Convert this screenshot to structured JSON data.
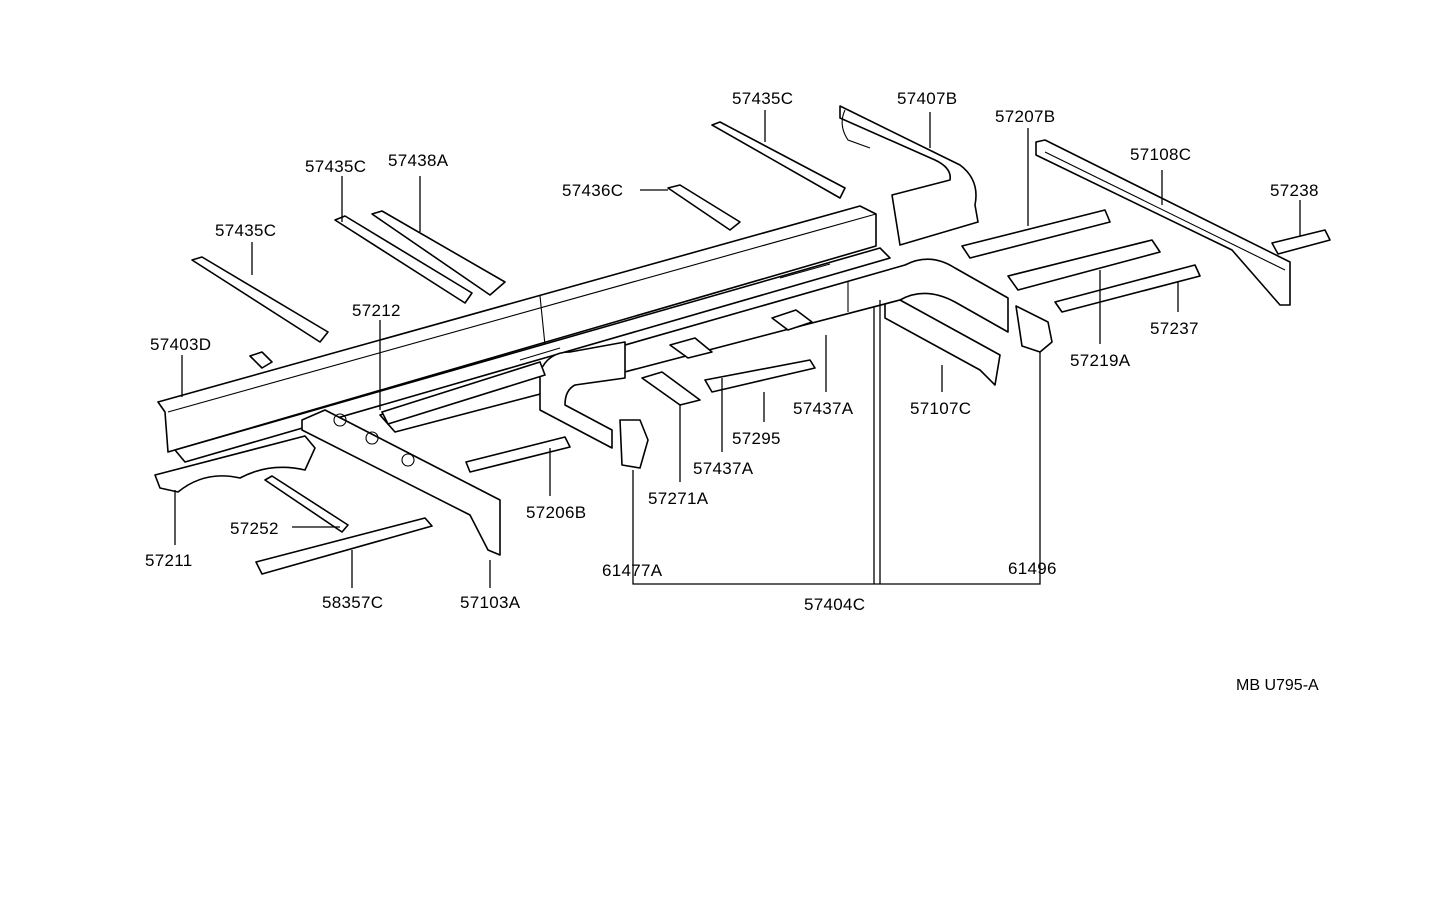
{
  "labels": {
    "l57435c_a": "57435C",
    "l57435c_b": "57435C",
    "l57435c_c": "57435C",
    "l57438a": "57438A",
    "l57436c": "57436C",
    "l57407b": "57407B",
    "l57207b": "57207B",
    "l57108c": "57108C",
    "l57238": "57238",
    "l57212": "57212",
    "l57403d": "57403D",
    "l57237": "57237",
    "l57219a": "57219A",
    "l57437a_a": "57437A",
    "l57437a_b": "57437A",
    "l57107c": "57107C",
    "l57295": "57295",
    "l57206b": "57206B",
    "l57271a": "57271A",
    "l57252": "57252",
    "l57211": "57211",
    "l58357c": "58357C",
    "l57103a": "57103A",
    "l61477a": "61477A",
    "l57404c": "57404C",
    "l61496": "61496"
  },
  "diagram_code": "MB U795-A"
}
